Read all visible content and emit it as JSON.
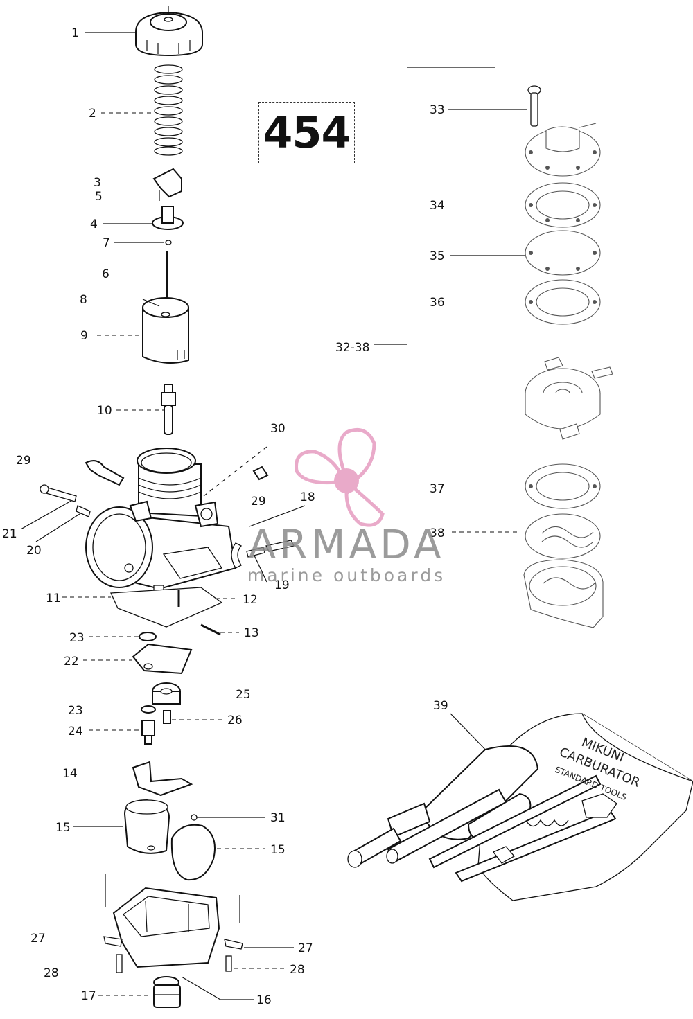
{
  "diagram": {
    "number": "454",
    "labels": [
      "1",
      "2",
      "3",
      "5",
      "4",
      "7",
      "6",
      "8",
      "9",
      "10",
      "29",
      "30",
      "21",
      "20",
      "29",
      "18",
      "19",
      "11",
      "12",
      "13",
      "23",
      "22",
      "25",
      "23",
      "26",
      "24",
      "14",
      "15",
      "31",
      "15",
      "27",
      "28",
      "27",
      "28",
      "17",
      "16",
      "33",
      "34",
      "35",
      "36",
      "32-38",
      "37",
      "38",
      "39"
    ]
  },
  "watermark": {
    "brand": "ARMADA",
    "tagline": "marine outboards",
    "colors": {
      "propeller": "#e7a1c4",
      "text": "#8a8a8a"
    }
  },
  "icons": [
    "propeller-logo-icon"
  ]
}
